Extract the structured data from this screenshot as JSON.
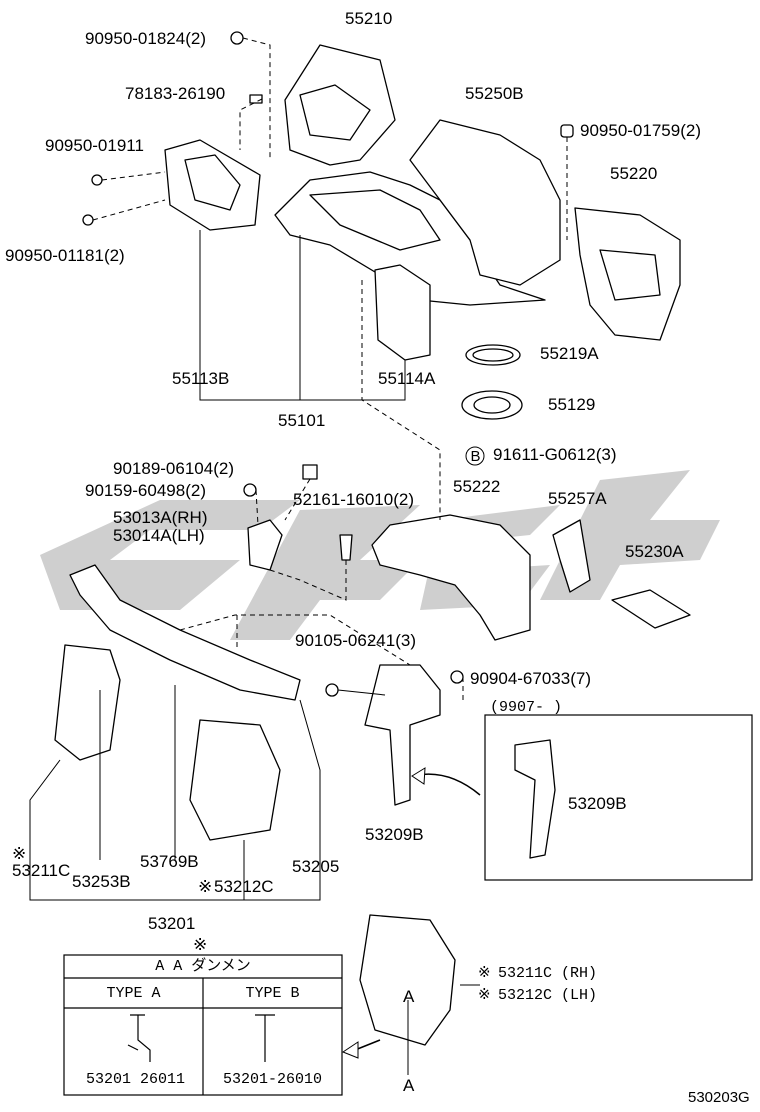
{
  "labels": {
    "p90950_01824": "90950-01824(2)",
    "p55210": "55210",
    "p78183_26190": "78183-26190",
    "p55250B": "55250B",
    "p90950_01759": "90950-01759(2)",
    "p90950_01911": "90950-01911",
    "p55220": "55220",
    "p90950_01181": "90950-01181(2)",
    "p55219A": "55219A",
    "p55113B": "55113B",
    "p55114A": "55114A",
    "p55129": "55129",
    "p55101": "55101",
    "p91611_G0612": "91611-G0612(3)",
    "p90189_06104": "90189-06104(2)",
    "p90159_60498": "90159-60498(2)",
    "p52161_16010": "52161-16010(2)",
    "p55222": "55222",
    "p55257A": "55257A",
    "p53013A": "53013A(RH)",
    "p53014A": "53014A(LH)",
    "p55230A": "55230A",
    "p90105_06241": "90105-06241(3)",
    "p90904_67033": "90904-67033(7)",
    "p9907": "(9907-          )",
    "p53209B_box": "53209B",
    "p53209B": "53209B",
    "p53211C": "53211C",
    "p53253B": "53253B",
    "p53769B": "53769B",
    "p53205": "53205",
    "p53212C": "53212C",
    "p53201": "53201",
    "p53211C_RH": "53211C (RH)",
    "p53212C_LH": "53212C (LH)",
    "refA_top": "A",
    "refA_bottom": "A",
    "note_mark": "※",
    "circle_B": "B",
    "diagram_id": "530203G"
  },
  "section_table": {
    "title": "A  A  ダンメン",
    "col_a": "TYPE  A",
    "col_b": "TYPE  B",
    "part_a": "53201  26011",
    "part_b": "53201-26010"
  }
}
